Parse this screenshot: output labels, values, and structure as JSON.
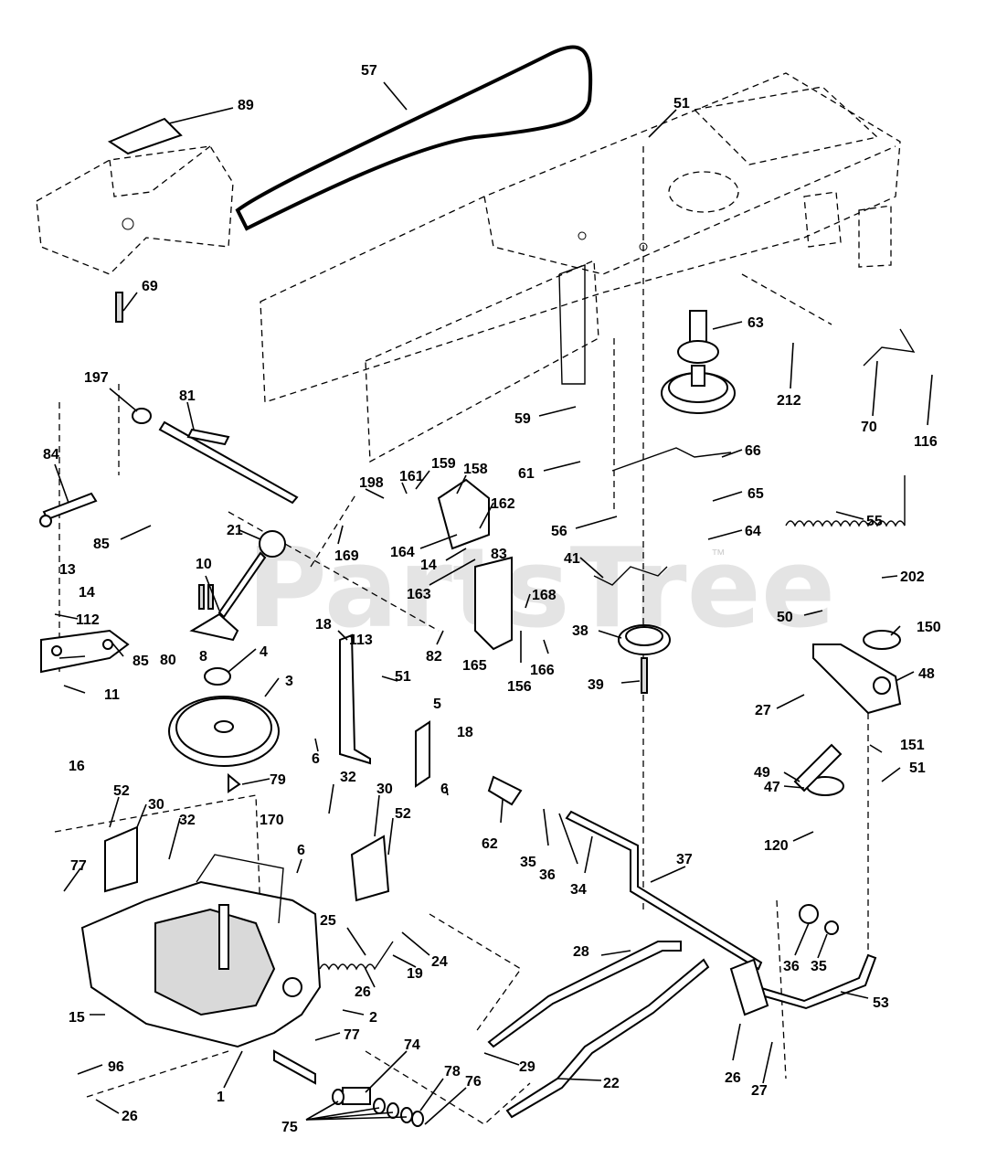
{
  "watermark": {
    "text": "PartsTree",
    "mark": "™"
  },
  "callouts": [
    {
      "id": "c57",
      "label": "57"
    },
    {
      "id": "c89",
      "label": "89"
    },
    {
      "id": "c51a",
      "label": "51"
    },
    {
      "id": "c69",
      "label": "69"
    },
    {
      "id": "c63",
      "label": "63"
    },
    {
      "id": "c212",
      "label": "212"
    },
    {
      "id": "c70",
      "label": "70"
    },
    {
      "id": "c116",
      "label": "116"
    },
    {
      "id": "c197",
      "label": "197"
    },
    {
      "id": "c81",
      "label": "81"
    },
    {
      "id": "c59",
      "label": "59"
    },
    {
      "id": "c66",
      "label": "66"
    },
    {
      "id": "c84",
      "label": "84"
    },
    {
      "id": "c198",
      "label": "198"
    },
    {
      "id": "c161",
      "label": "161"
    },
    {
      "id": "c159",
      "label": "159"
    },
    {
      "id": "c158",
      "label": "158"
    },
    {
      "id": "c61",
      "label": "61"
    },
    {
      "id": "c65",
      "label": "65"
    },
    {
      "id": "c162",
      "label": "162"
    },
    {
      "id": "c56",
      "label": "56"
    },
    {
      "id": "c55",
      "label": "55"
    },
    {
      "id": "c64",
      "label": "64"
    },
    {
      "id": "c85a",
      "label": "85"
    },
    {
      "id": "c21",
      "label": "21"
    },
    {
      "id": "c169",
      "label": "169"
    },
    {
      "id": "c164",
      "label": "164"
    },
    {
      "id": "c14a",
      "label": "14"
    },
    {
      "id": "c83",
      "label": "83"
    },
    {
      "id": "c41",
      "label": "41"
    },
    {
      "id": "c202",
      "label": "202"
    },
    {
      "id": "c13",
      "label": "13"
    },
    {
      "id": "c10",
      "label": "10"
    },
    {
      "id": "c163",
      "label": "163"
    },
    {
      "id": "c168",
      "label": "168"
    },
    {
      "id": "c50",
      "label": "50"
    },
    {
      "id": "c150",
      "label": "150"
    },
    {
      "id": "c14b",
      "label": "14"
    },
    {
      "id": "c112",
      "label": "112"
    },
    {
      "id": "c18a",
      "label": "18"
    },
    {
      "id": "c113",
      "label": "113"
    },
    {
      "id": "c38",
      "label": "38"
    },
    {
      "id": "c8",
      "label": "8"
    },
    {
      "id": "c4",
      "label": "4"
    },
    {
      "id": "c82",
      "label": "82"
    },
    {
      "id": "c165",
      "label": "165"
    },
    {
      "id": "c80",
      "label": "80"
    },
    {
      "id": "c156",
      "label": "156"
    },
    {
      "id": "c166",
      "label": "166"
    },
    {
      "id": "c48",
      "label": "48"
    },
    {
      "id": "c51b",
      "label": "51"
    },
    {
      "id": "c85b",
      "label": "85"
    },
    {
      "id": "c3",
      "label": "3"
    },
    {
      "id": "c39",
      "label": "39"
    },
    {
      "id": "c11",
      "label": "11"
    },
    {
      "id": "c5",
      "label": "5"
    },
    {
      "id": "c27a",
      "label": "27"
    },
    {
      "id": "c18b",
      "label": "18"
    },
    {
      "id": "c6a",
      "label": "6"
    },
    {
      "id": "c151",
      "label": "151"
    },
    {
      "id": "c16",
      "label": "16"
    },
    {
      "id": "c51c",
      "label": "51"
    },
    {
      "id": "c49",
      "label": "49"
    },
    {
      "id": "c32a",
      "label": "32"
    },
    {
      "id": "c79",
      "label": "79"
    },
    {
      "id": "c52a",
      "label": "52"
    },
    {
      "id": "c30a",
      "label": "30"
    },
    {
      "id": "c6b",
      "label": "6"
    },
    {
      "id": "c47",
      "label": "47"
    },
    {
      "id": "c30b",
      "label": "30"
    },
    {
      "id": "c170",
      "label": "170"
    },
    {
      "id": "c32b",
      "label": "32"
    },
    {
      "id": "c52b",
      "label": "52"
    },
    {
      "id": "c62",
      "label": "62"
    },
    {
      "id": "c35a",
      "label": "35"
    },
    {
      "id": "c36a",
      "label": "36"
    },
    {
      "id": "c34",
      "label": "34"
    },
    {
      "id": "c120",
      "label": "120"
    },
    {
      "id": "c37",
      "label": "37"
    },
    {
      "id": "c6c",
      "label": "6"
    },
    {
      "id": "c77a",
      "label": "77"
    },
    {
      "id": "c25",
      "label": "25"
    },
    {
      "id": "c24",
      "label": "24"
    },
    {
      "id": "c28",
      "label": "28"
    },
    {
      "id": "c19",
      "label": "19"
    },
    {
      "id": "c26a",
      "label": "26"
    },
    {
      "id": "c36b",
      "label": "36"
    },
    {
      "id": "c35b",
      "label": "35"
    },
    {
      "id": "c53",
      "label": "53"
    },
    {
      "id": "c15",
      "label": "15"
    },
    {
      "id": "c2",
      "label": "2"
    },
    {
      "id": "c77b",
      "label": "77"
    },
    {
      "id": "c29",
      "label": "29"
    },
    {
      "id": "c26b",
      "label": "26"
    },
    {
      "id": "c74",
      "label": "74"
    },
    {
      "id": "c96",
      "label": "96"
    },
    {
      "id": "c1",
      "label": "1"
    },
    {
      "id": "c22",
      "label": "22"
    },
    {
      "id": "c27b",
      "label": "27"
    },
    {
      "id": "c78",
      "label": "78"
    },
    {
      "id": "c76",
      "label": "76"
    },
    {
      "id": "c26c",
      "label": "26"
    },
    {
      "id": "c75",
      "label": "75"
    }
  ]
}
